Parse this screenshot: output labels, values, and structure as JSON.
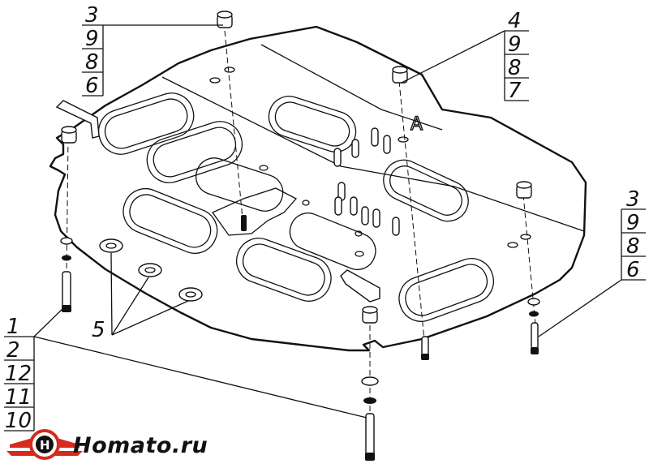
{
  "callout_groups": {
    "top_left": {
      "numbers": [
        "3",
        "9",
        "8",
        "6"
      ]
    },
    "top_right": {
      "numbers": [
        "4",
        "9",
        "8",
        "7"
      ]
    },
    "right": {
      "numbers": [
        "3",
        "9",
        "8",
        "6"
      ]
    },
    "bottom_left": {
      "numbers": [
        "1",
        "2",
        "12",
        "11",
        "10"
      ]
    },
    "washers": {
      "number": "5"
    }
  },
  "plate_marking": "A",
  "logo": {
    "text": "Homato.ru",
    "colors": {
      "accent": "#d62a1e",
      "dark": "#111111"
    }
  }
}
